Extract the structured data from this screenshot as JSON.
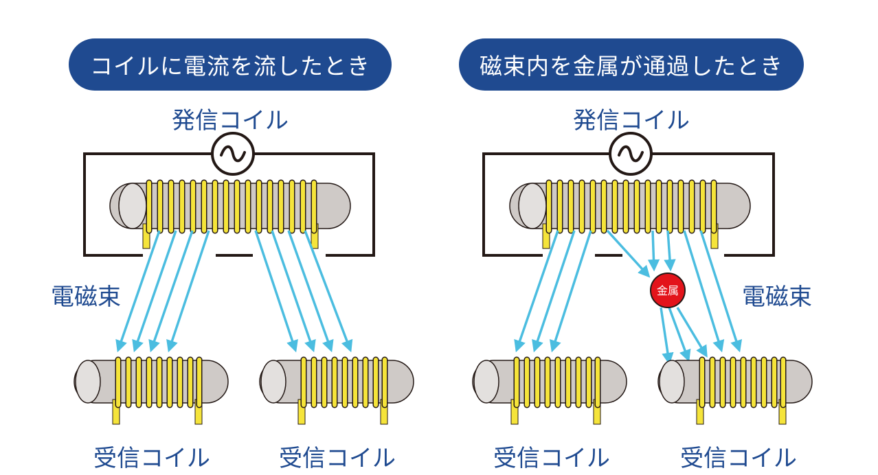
{
  "left_panel": {
    "header": "コイルに電流を流したとき",
    "transmit_label": "発信コイル",
    "flux_label": "電磁束",
    "receive_labels": [
      "受信コイル",
      "受信コイル"
    ]
  },
  "right_panel": {
    "header": "磁束内を金属が通過したとき",
    "transmit_label": "発信コイル",
    "flux_label": "電磁束",
    "metal_label": "金属",
    "receive_labels": [
      "受信コイル",
      "受信コイル"
    ]
  },
  "ac_source_icon": "ac-sine-icon",
  "colors": {
    "header_bg": "#1f4a90",
    "label_text": "#1f4a90",
    "coil_wire": "#f5e43a",
    "core": "#cfcac7",
    "flux_arrow": "#4bbde0",
    "metal": "#e3141b"
  }
}
